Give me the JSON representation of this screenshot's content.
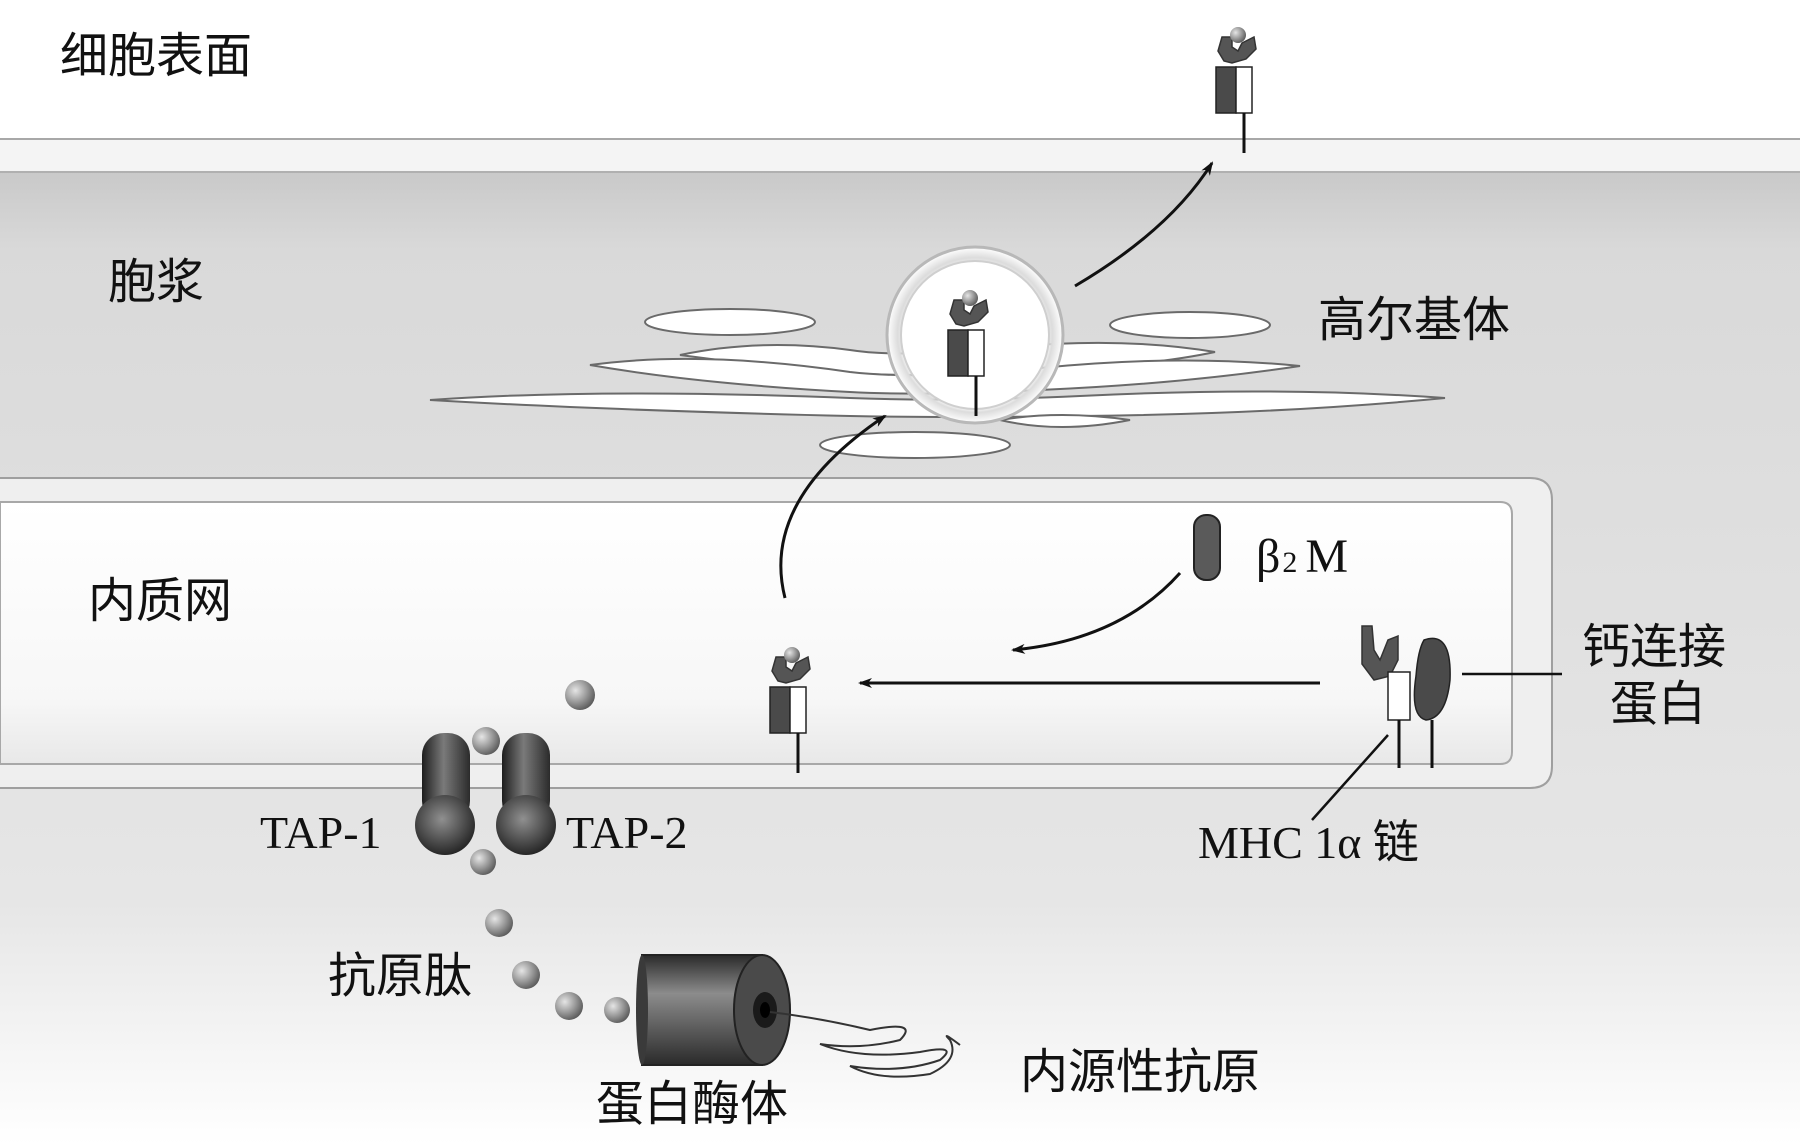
{
  "regions": {
    "cell_surface": "细胞表面",
    "cytoplasm": "胞浆",
    "er": "内质网"
  },
  "structures": {
    "golgi": "高尔基体",
    "tap1": "TAP-1",
    "tap2": "TAP-2",
    "antigen_peptide": "抗原肽",
    "proteasome": "蛋白酶体",
    "endogenous_antigen": "内源性抗原",
    "calnexin_line1": "钙连接",
    "calnexin_line2": "蛋白",
    "mhc_alpha_chain": "MHC 1α 链",
    "beta2m": {
      "main": "β",
      "sub": "2",
      "suffix": "M"
    }
  },
  "colors": {
    "cytoplasm_gray": "#d7d7d7",
    "membrane_line": "#9a9a9a",
    "molecule_dark": "#4a4a4a",
    "peptide_gray": "#8a8a8a"
  }
}
